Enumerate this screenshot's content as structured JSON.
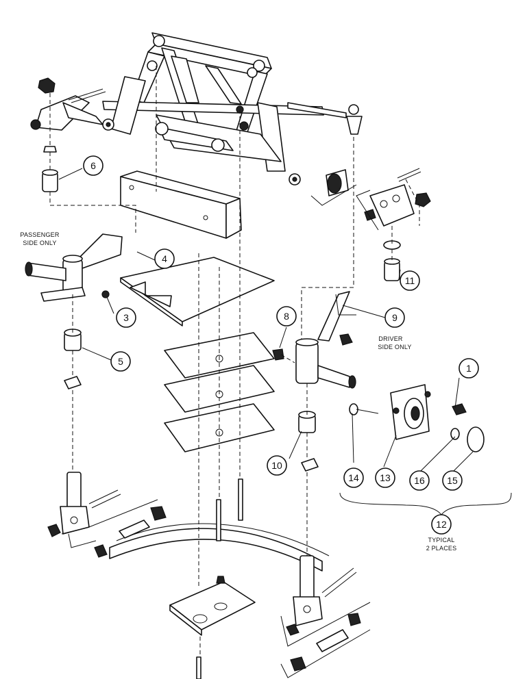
{
  "callouts": {
    "c1": "1",
    "c3": "3",
    "c4": "4",
    "c5": "5",
    "c6": "6",
    "c8": "8",
    "c9": "9",
    "c10": "10",
    "c11": "11",
    "c12": "12",
    "c13": "13",
    "c14": "14",
    "c15": "15",
    "c16": "16"
  },
  "notes": {
    "passenger_line1": "PASSENGER",
    "passenger_line2": "SIDE ONLY",
    "driver_line1": "DRIVER",
    "driver_line2": "SIDE ONLY",
    "typical_line1": "TYPICAL",
    "typical_line2": "2 PLACES"
  }
}
